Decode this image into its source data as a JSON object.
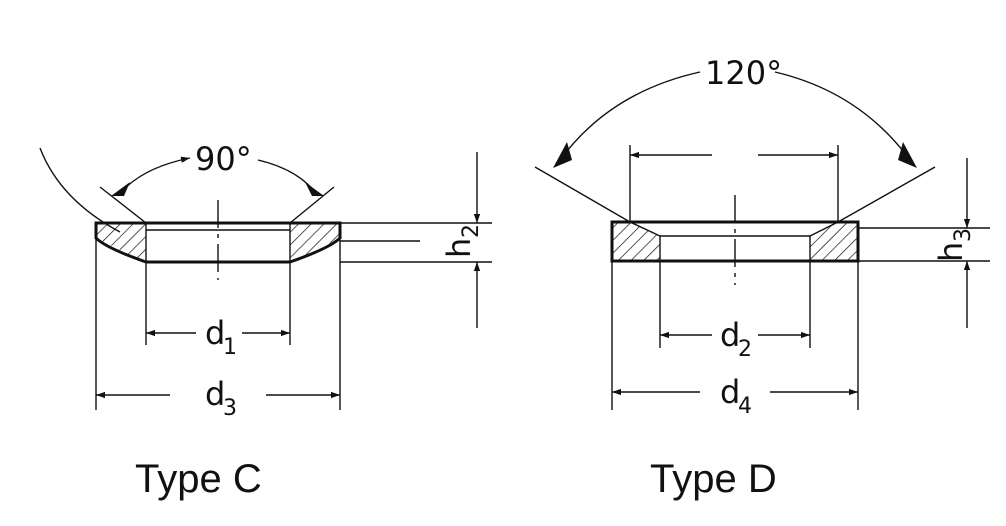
{
  "type_c": {
    "label": "Type C",
    "angle": "90°",
    "dim_inner": {
      "letter": "d",
      "sub": "1"
    },
    "dim_outer": {
      "letter": "d",
      "sub": "3"
    },
    "dim_height": {
      "letter": "h",
      "sub": "2"
    }
  },
  "type_d": {
    "label": "Type D",
    "angle": "120°",
    "dim_inner": {
      "letter": "d",
      "sub": "2"
    },
    "dim_outer": {
      "letter": "d",
      "sub": "4"
    },
    "dim_height": {
      "letter": "h",
      "sub": "3"
    }
  },
  "colors": {
    "ink": "#111111",
    "paper": "#ffffff"
  }
}
